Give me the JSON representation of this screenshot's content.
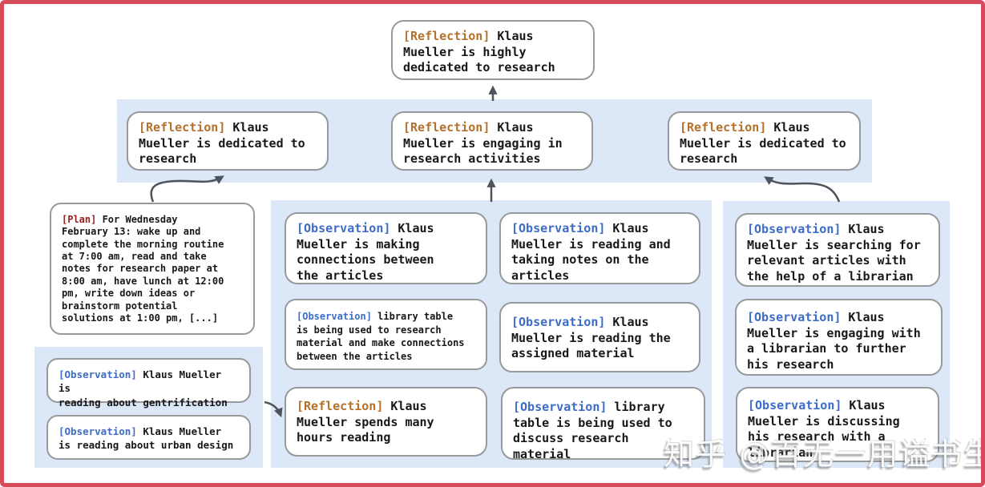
{
  "colors": {
    "frame_red": "#d8495c",
    "band_blue": "#dce8f7",
    "reflection_tag": "#b4712c",
    "observation_tag": "#3d6cc8",
    "plan_tag": "#9a1f1f",
    "box_border": "#97999b",
    "arrow_gray": "#4d545c"
  },
  "watermark": {
    "text": "知乎 @百无一用谥书生"
  },
  "nodes": {
    "top": {
      "tag": "[Reflection]",
      "text": " Klaus\nMueller is highly\ndedicated to research"
    },
    "r1": {
      "tag": "[Reflection]",
      "text": " Klaus\nMueller is dedicated to\nresearch"
    },
    "r2": {
      "tag": "[Reflection]",
      "text": " Klaus\nMueller is engaging in\nresearch activities"
    },
    "r3": {
      "tag": "[Reflection]",
      "text": " Klaus\nMueller is dedicated to\nresearch"
    },
    "plan": {
      "tag": "[Plan]",
      "text": " For Wednesday\nFebruary 13: wake up and\ncomplete the morning routine\nat 7:00 am, read and take\nnotes for research paper at\n8:00 am, have lunch at 12:00\npm, write down ideas or\nbrainstorm potential\nsolutions at 1:00 pm, [...]"
    },
    "l1": {
      "tag": "[Observation]",
      "text": " Klaus Mueller is\nreading about gentrification"
    },
    "l2": {
      "tag": "[Observation]",
      "text": " Klaus Mueller\nis reading about urban design"
    },
    "a1": {
      "tag": "[Observation]",
      "text": " Klaus\nMueller is making\nconnections between\nthe articles"
    },
    "a2": {
      "tag": "[Observation]",
      "text": " library table\nis being used to research\nmaterial and make connections\nbetween the articles"
    },
    "a3": {
      "tag": "[Reflection]",
      "text": " Klaus\nMueller spends many\nhours reading"
    },
    "b1": {
      "tag": "[Observation]",
      "text": " Klaus\nMueller is reading and\ntaking notes on the\narticles"
    },
    "b2": {
      "tag": "[Observation]",
      "text": " Klaus\nMueller is reading the\nassigned material"
    },
    "b3": {
      "tag": "[Observation]",
      "text": " library\ntable is being used to\ndiscuss research material"
    },
    "c1": {
      "tag": "[Observation]",
      "text": " Klaus\nMueller is searching for\nrelevant articles with\nthe help of a librarian"
    },
    "c2": {
      "tag": "[Observation]",
      "text": " Klaus\nMueller is engaging with\na librarian to further\nhis research"
    },
    "c3": {
      "tag": "[Observation]",
      "text": " Klaus\nMueller is discussing\nhis research with a\nlibrarian"
    }
  }
}
